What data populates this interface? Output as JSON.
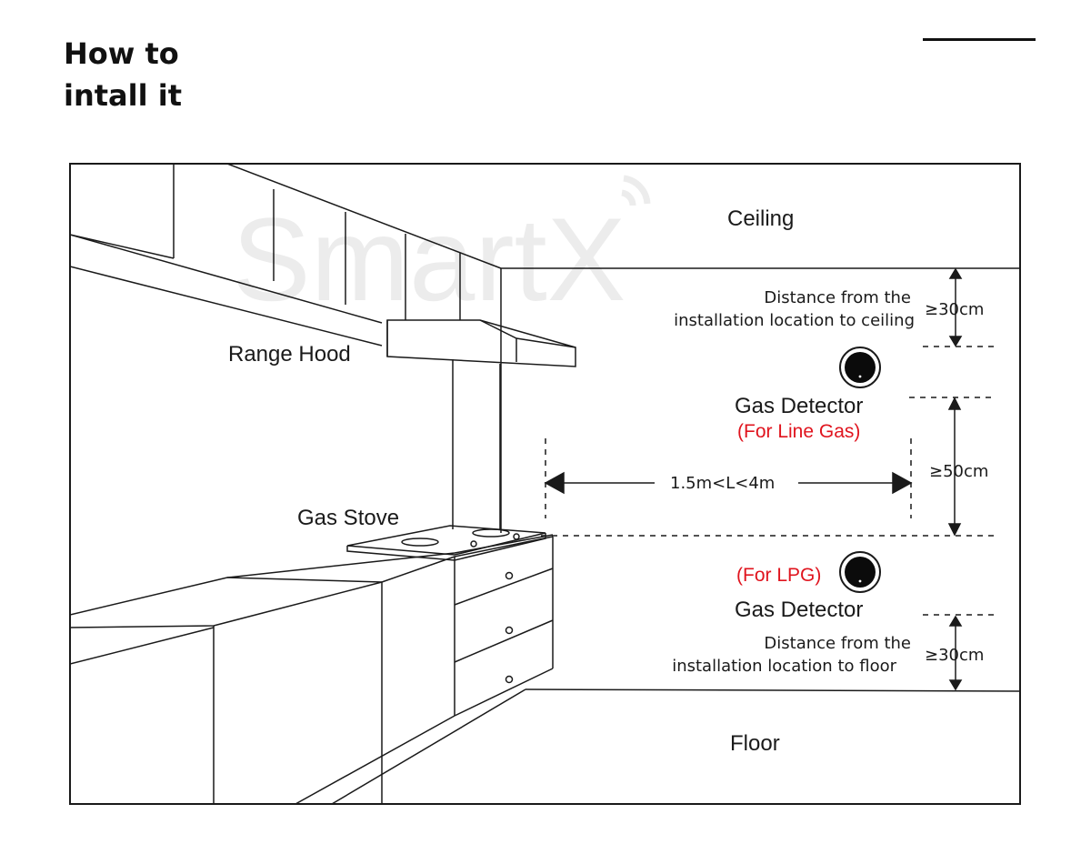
{
  "page": {
    "title_line1": "How to",
    "title_line2": "intall it"
  },
  "watermark": {
    "text": "SmartX",
    "color": "#ececec"
  },
  "diagram": {
    "ceiling": "Ceiling",
    "floor": "Floor",
    "range_hood": "Range Hood",
    "gas_stove": "Gas Stove",
    "detector_line_gas": {
      "name": "Gas Detector",
      "type": "(For Line Gas)"
    },
    "detector_lpg": {
      "name": "Gas Detector",
      "type": "(For LPG)"
    },
    "ceiling_distance": {
      "line1": "Distance from the",
      "line2": "installation location to ceiling",
      "value": "≥30cm"
    },
    "floor_distance": {
      "line1": "Distance from the",
      "line2": "installation location to floor",
      "value": "≥30cm"
    },
    "height_gap": "≥50cm",
    "horizontal_distance": "1.5m<L<4m",
    "accent_color": "#e0141e",
    "line_color": "#1a1a1a"
  }
}
